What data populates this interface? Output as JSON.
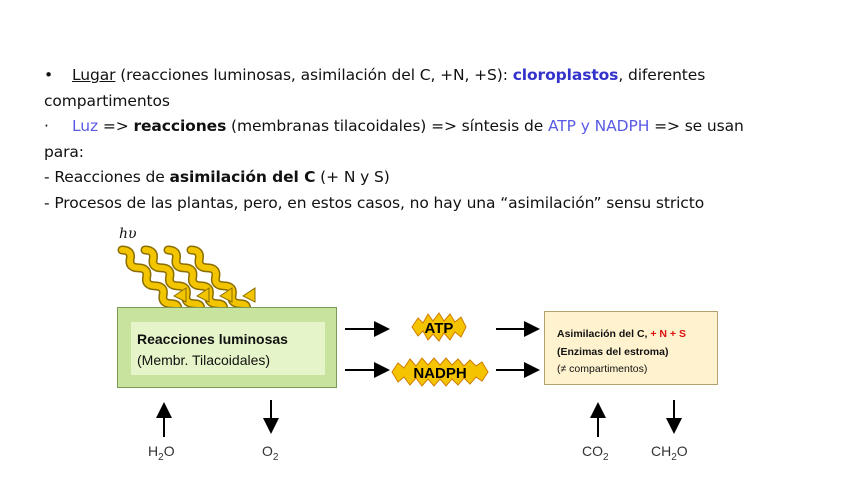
{
  "text": {
    "line1": {
      "bullet": "•",
      "lugar": "Lugar",
      "part1": " (reacciones luminosas, asimilación del C, +N, +S): ",
      "cloro": "cloroplastos",
      "part2": ", diferentes"
    },
    "line2": "compartimentos",
    "line3": {
      "bullet": "·",
      "luz": "Luz",
      "part1": " => ",
      "reac": "reacciones",
      "part2": " (membranas tilacoidales) => síntesis de ",
      "atp": "ATP y NADPH",
      "part3": " => se usan"
    },
    "line4": "para:",
    "line5": {
      "part1": "- Reacciones de ",
      "bold": "asimilación del C",
      "part2": " (+ N y S)"
    },
    "line6": "- Procesos de las plantas, pero, en estos casos, no hay una “asimilación” sensu stricto"
  },
  "diagram": {
    "hv": "hυ",
    "left_box": {
      "title": "Reacciones luminosas",
      "subtitle": "(Membr. Tilacoidales)"
    },
    "atp": "ATP",
    "nadph": "NADPH",
    "right_box": {
      "line1_a": "Asimilación del C,",
      "line1_b": " + N + S",
      "line2": "(Enzimas del estroma)",
      "line3": "(≠ compartimentos)"
    },
    "h2o": {
      "base": "H",
      "sub": "2",
      "end": "O"
    },
    "o2": {
      "base": "O",
      "sub": "2"
    },
    "co2": {
      "base": "CO",
      "sub": "2"
    },
    "ch2o": {
      "base": "CH",
      "sub": "2",
      "end": "O"
    }
  },
  "colors": {
    "blue_bold": "#3333cc",
    "blue": "#5a5ae6",
    "light_green": "#c7e39e",
    "pale_yellow": "#fff3cf",
    "burst": "#f5c400",
    "red": "#e01010"
  },
  "icons": [
    "light-wave-icon",
    "arrow-right-icon",
    "arrow-up-icon",
    "arrow-down-icon",
    "burst-icon"
  ]
}
